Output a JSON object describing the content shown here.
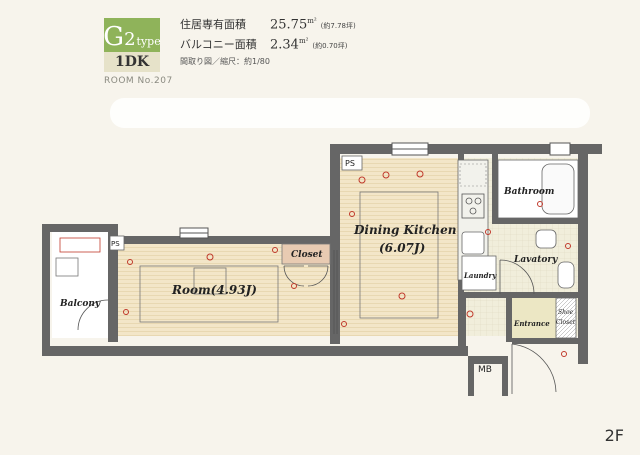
{
  "header": {
    "type_main": "G",
    "type_num": "2",
    "type_suffix": "type",
    "layout": "1DK",
    "room_no": "ROOM No.207",
    "specs": [
      {
        "label": "住居専有面積",
        "value": "25.75",
        "unit": "m²",
        "note": "(約7.78坪)"
      },
      {
        "label": "バルコニー面積",
        "value": "2.34",
        "unit": "m²",
        "note": "(約0.70坪)"
      }
    ],
    "scale_note": "間取り図／縮尺：約1/80"
  },
  "plan": {
    "rooms": {
      "room": "Room(4.93J)",
      "dining_kitchen_1": "Dining Kitchen",
      "dining_kitchen_2": "(6.07J)",
      "closet": "Closet",
      "balcony": "Balcony",
      "bathroom": "Bathroom",
      "lavatory": "Lavatory",
      "laundry": "Laundry",
      "entrance": "Entrance",
      "shoe_closet_1": "Shoe",
      "shoe_closet_2": "Closet",
      "ps_top": "PS",
      "ps_left": "PS",
      "mb": "MB"
    }
  },
  "floor": "2F",
  "colors": {
    "wall": "#555555",
    "floor_wood": "#f3e6c8",
    "accent_green": "#8fb35a",
    "closet": "#e8cbb2",
    "marker_red": "#c0392b",
    "entrance_tile": "#ece7c4"
  }
}
